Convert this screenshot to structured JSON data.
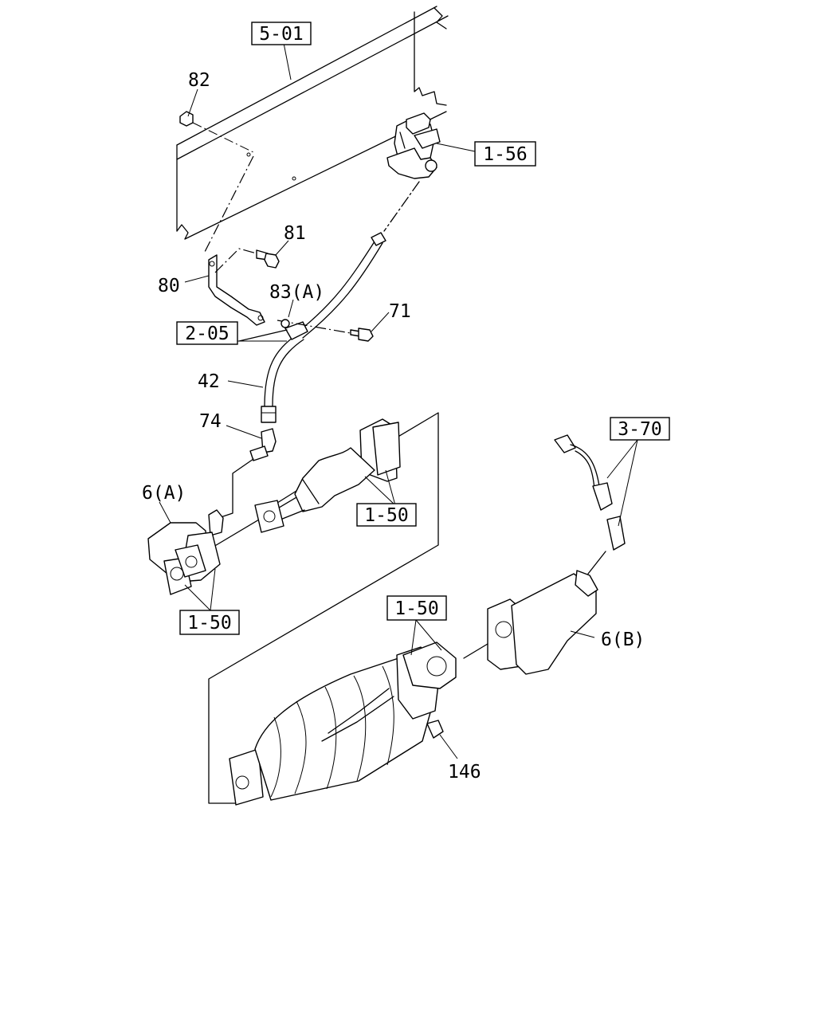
{
  "refs": {
    "r501": "5-01",
    "r156": "1-56",
    "r205": "2-05",
    "r370": "3-70",
    "r150a": "1-50",
    "r150b": "1-50",
    "r150c": "1-50"
  },
  "callouts": {
    "c82": "82",
    "c81": "81",
    "c80": "80",
    "c83a": "83(A)",
    "c71": "71",
    "c42": "42",
    "c74": "74",
    "c6a": "6(A)",
    "c6b": "6(B)",
    "c146": "146"
  }
}
